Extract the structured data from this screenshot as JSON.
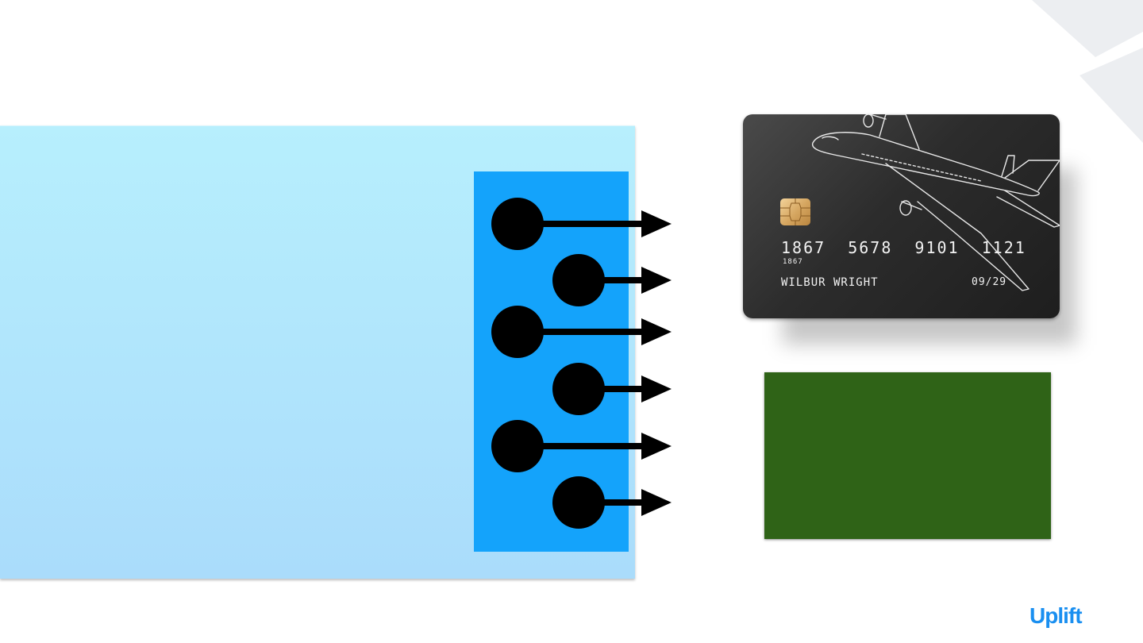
{
  "credit_card": {
    "number": "1867 5678 9101 1121",
    "small_number": "1867",
    "holder_name": "WILBUR WRIGHT",
    "expiry": "09/29",
    "illustration": "airplane-line-art"
  },
  "brand": {
    "logo_text": "Uplift",
    "logo_color": "#1a8ff0"
  },
  "colors": {
    "panel_light": "#b7effd",
    "panel_blue": "#14a3fb",
    "green_box": "#2f6317"
  },
  "diagram": {
    "bullet_count": 6,
    "icon": "arrow-right-icon"
  }
}
